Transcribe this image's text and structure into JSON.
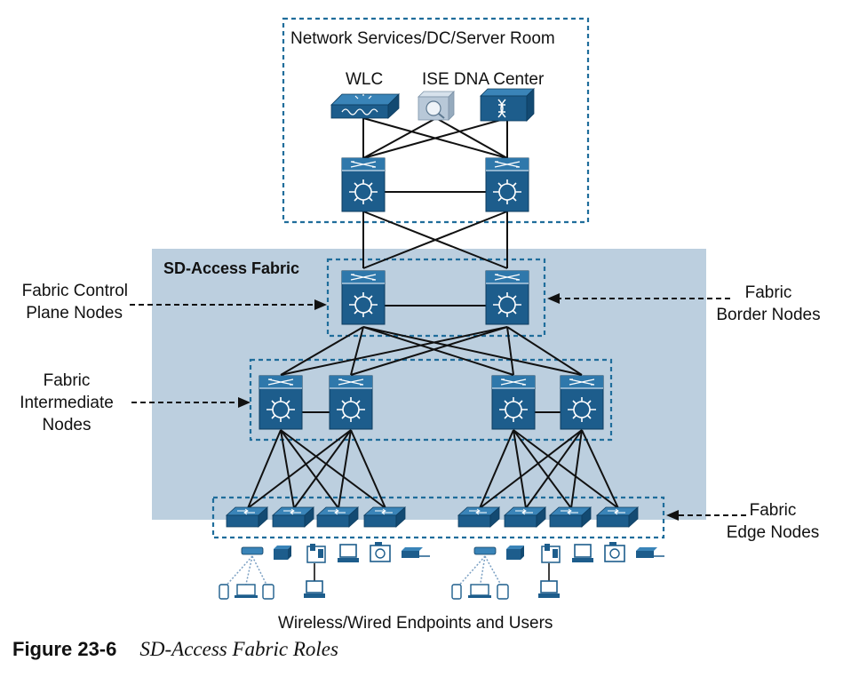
{
  "diagram": {
    "regions": {
      "services": "Network Services/DC/Server Room",
      "fabric": "SD-Access Fabric",
      "endpoints": "Wireless/Wired Endpoints and Users"
    },
    "devices": {
      "wlc": "WLC",
      "ise_dnac": "ISE DNA Center"
    },
    "roles": {
      "control_plane": [
        "Fabric Control",
        "Plane Nodes"
      ],
      "border": [
        "Fabric",
        "Border Nodes"
      ],
      "intermediate": [
        "Fabric",
        "Intermediate",
        "Nodes"
      ],
      "edge": [
        "Fabric",
        "Edge Nodes"
      ]
    },
    "colors": {
      "device_blue": "#1d5d8c",
      "fabric_shade": "#bccfdf",
      "dashed_border": "#1f6d9b",
      "link": "#111111"
    }
  },
  "caption": {
    "number": "Figure 23-6",
    "title": "SD-Access Fabric Roles"
  }
}
